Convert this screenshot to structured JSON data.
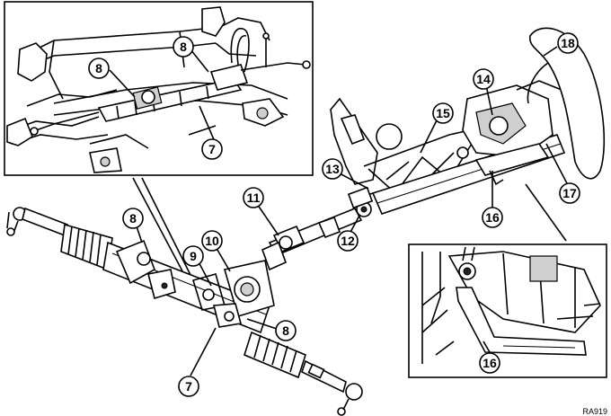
{
  "callouts": {
    "c8_inset_left": "8",
    "c8_inset_top": "8",
    "c7_inset": "7",
    "c8_rack_left": "8",
    "c9": "9",
    "c10": "10",
    "c11": "11",
    "c12": "12",
    "c13": "13",
    "c14": "14",
    "c15": "15",
    "c16_col": "16",
    "c16_inset": "16",
    "c17": "17",
    "c18": "18",
    "c8_lower": "8",
    "c7_lower": "7"
  },
  "figure_code": "RA919"
}
